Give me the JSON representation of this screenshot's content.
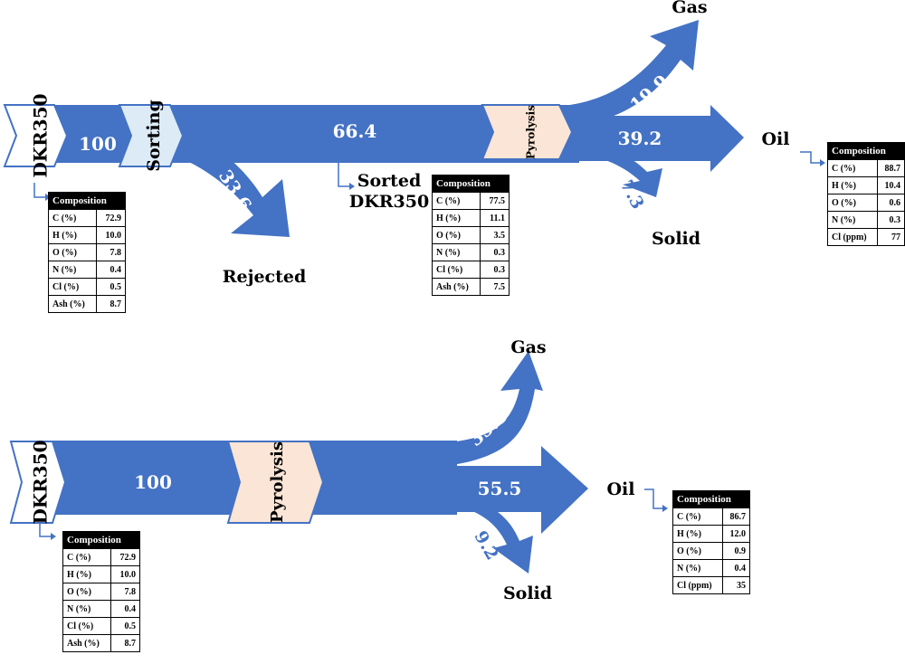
{
  "process_a": {
    "feed_label": "DKR350",
    "feed_flow": "100",
    "sorting_label": "Sorting",
    "rejected_flow": "33.6",
    "rejected_label": "Rejected",
    "sorted_flow": "66.4",
    "sorted_label_line1": "Sorted",
    "sorted_label_line2": "DKR350",
    "pyrolysis_label": "Pyrolysis",
    "gas_flow": "19.9",
    "gas_label": "Gas",
    "oil_flow": "39.2",
    "oil_label": "Oil",
    "solid_flow": "7.3",
    "solid_label": "Solid",
    "feed_composition": {
      "header": "Composition",
      "rows": [
        {
          "name": "C (%)",
          "value": "72.9"
        },
        {
          "name": "H (%)",
          "value": "10.0"
        },
        {
          "name": "O (%)",
          "value": "7.8"
        },
        {
          "name": "N (%)",
          "value": "0.4"
        },
        {
          "name": "Cl (%)",
          "value": "0.5"
        },
        {
          "name": "Ash (%)",
          "value": "8.7"
        }
      ]
    },
    "sorted_composition": {
      "header": "Composition",
      "rows": [
        {
          "name": "C (%)",
          "value": "77.5"
        },
        {
          "name": "H (%)",
          "value": "11.1"
        },
        {
          "name": "O (%)",
          "value": "3.5"
        },
        {
          "name": "N (%)",
          "value": "0.3"
        },
        {
          "name": "Cl (%)",
          "value": "0.3"
        },
        {
          "name": "Ash (%)",
          "value": "7.5"
        }
      ]
    },
    "oil_composition": {
      "header": "Composition",
      "rows": [
        {
          "name": "C (%)",
          "value": "88.7"
        },
        {
          "name": "H (%)",
          "value": "10.4"
        },
        {
          "name": "O (%)",
          "value": "0.6"
        },
        {
          "name": "N (%)",
          "value": "0.3"
        },
        {
          "name": "Cl (ppm)",
          "value": "77"
        }
      ]
    }
  },
  "process_b": {
    "feed_label": "DKR350",
    "feed_flow": "100",
    "pyrolysis_label": "Pyrolysis",
    "gas_flow": "35.3",
    "gas_label": "Gas",
    "oil_flow": "55.5",
    "oil_label": "Oil",
    "solid_flow": "9.2",
    "solid_label": "Solid",
    "feed_composition": {
      "header": "Composition",
      "rows": [
        {
          "name": "C (%)",
          "value": "72.9"
        },
        {
          "name": "H (%)",
          "value": "10.0"
        },
        {
          "name": "O (%)",
          "value": "7.8"
        },
        {
          "name": "N (%)",
          "value": "0.4"
        },
        {
          "name": "Cl (%)",
          "value": "0.5"
        },
        {
          "name": "Ash (%)",
          "value": "8.7"
        }
      ]
    },
    "oil_composition": {
      "header": "Composition",
      "rows": [
        {
          "name": "C (%)",
          "value": "86.7"
        },
        {
          "name": "H (%)",
          "value": "12.0"
        },
        {
          "name": "O (%)",
          "value": "0.9"
        },
        {
          "name": "N (%)",
          "value": "0.4"
        },
        {
          "name": "Cl (ppm)",
          "value": "35"
        }
      ]
    }
  },
  "colors": {
    "flow": "#4472C4",
    "pyrolysis_fill": "#FBE5D6",
    "sorting_fill": "#DDEBF7",
    "feed_fill": "#FFFFFF",
    "table_header": "#000000"
  }
}
